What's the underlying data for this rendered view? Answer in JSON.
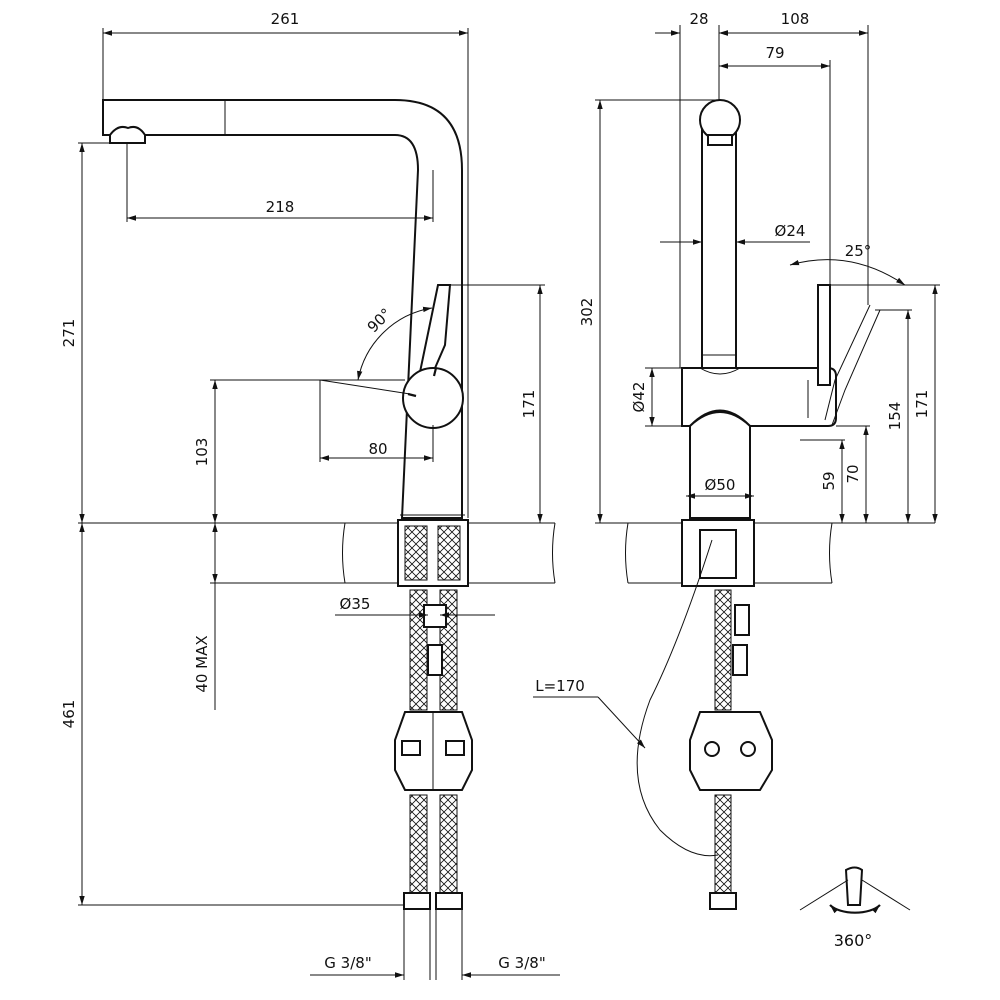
{
  "drawing": {
    "front_view": {
      "dim_total_width": "261",
      "dim_spout_reach": "218",
      "dim_total_height": "271",
      "dim_lever_angle": "90°",
      "dim_handle_height": "171",
      "dim_lever_height": "103",
      "dim_lever_reach": "80",
      "dim_hole": "Ø35",
      "dim_deck_thickness": "40 MAX",
      "dim_hose_length": "461",
      "dim_conn_left": "G 3/8\"",
      "dim_conn_right": "G 3/8\""
    },
    "side_view": {
      "dim_front_offset": "28",
      "dim_width": "108",
      "dim_axis_to_lever": "79",
      "dim_total_height": "302",
      "dim_tube_diameter": "Ø24",
      "dim_lever_angle": "25°",
      "dim_body_diameter": "Ø42",
      "dim_base_diameter": "Ø50",
      "dim_h171": "171",
      "dim_h154": "154",
      "dim_h70": "70",
      "dim_h59": "59",
      "dim_hose_length": "L=170"
    },
    "rotation_label": "360°"
  }
}
